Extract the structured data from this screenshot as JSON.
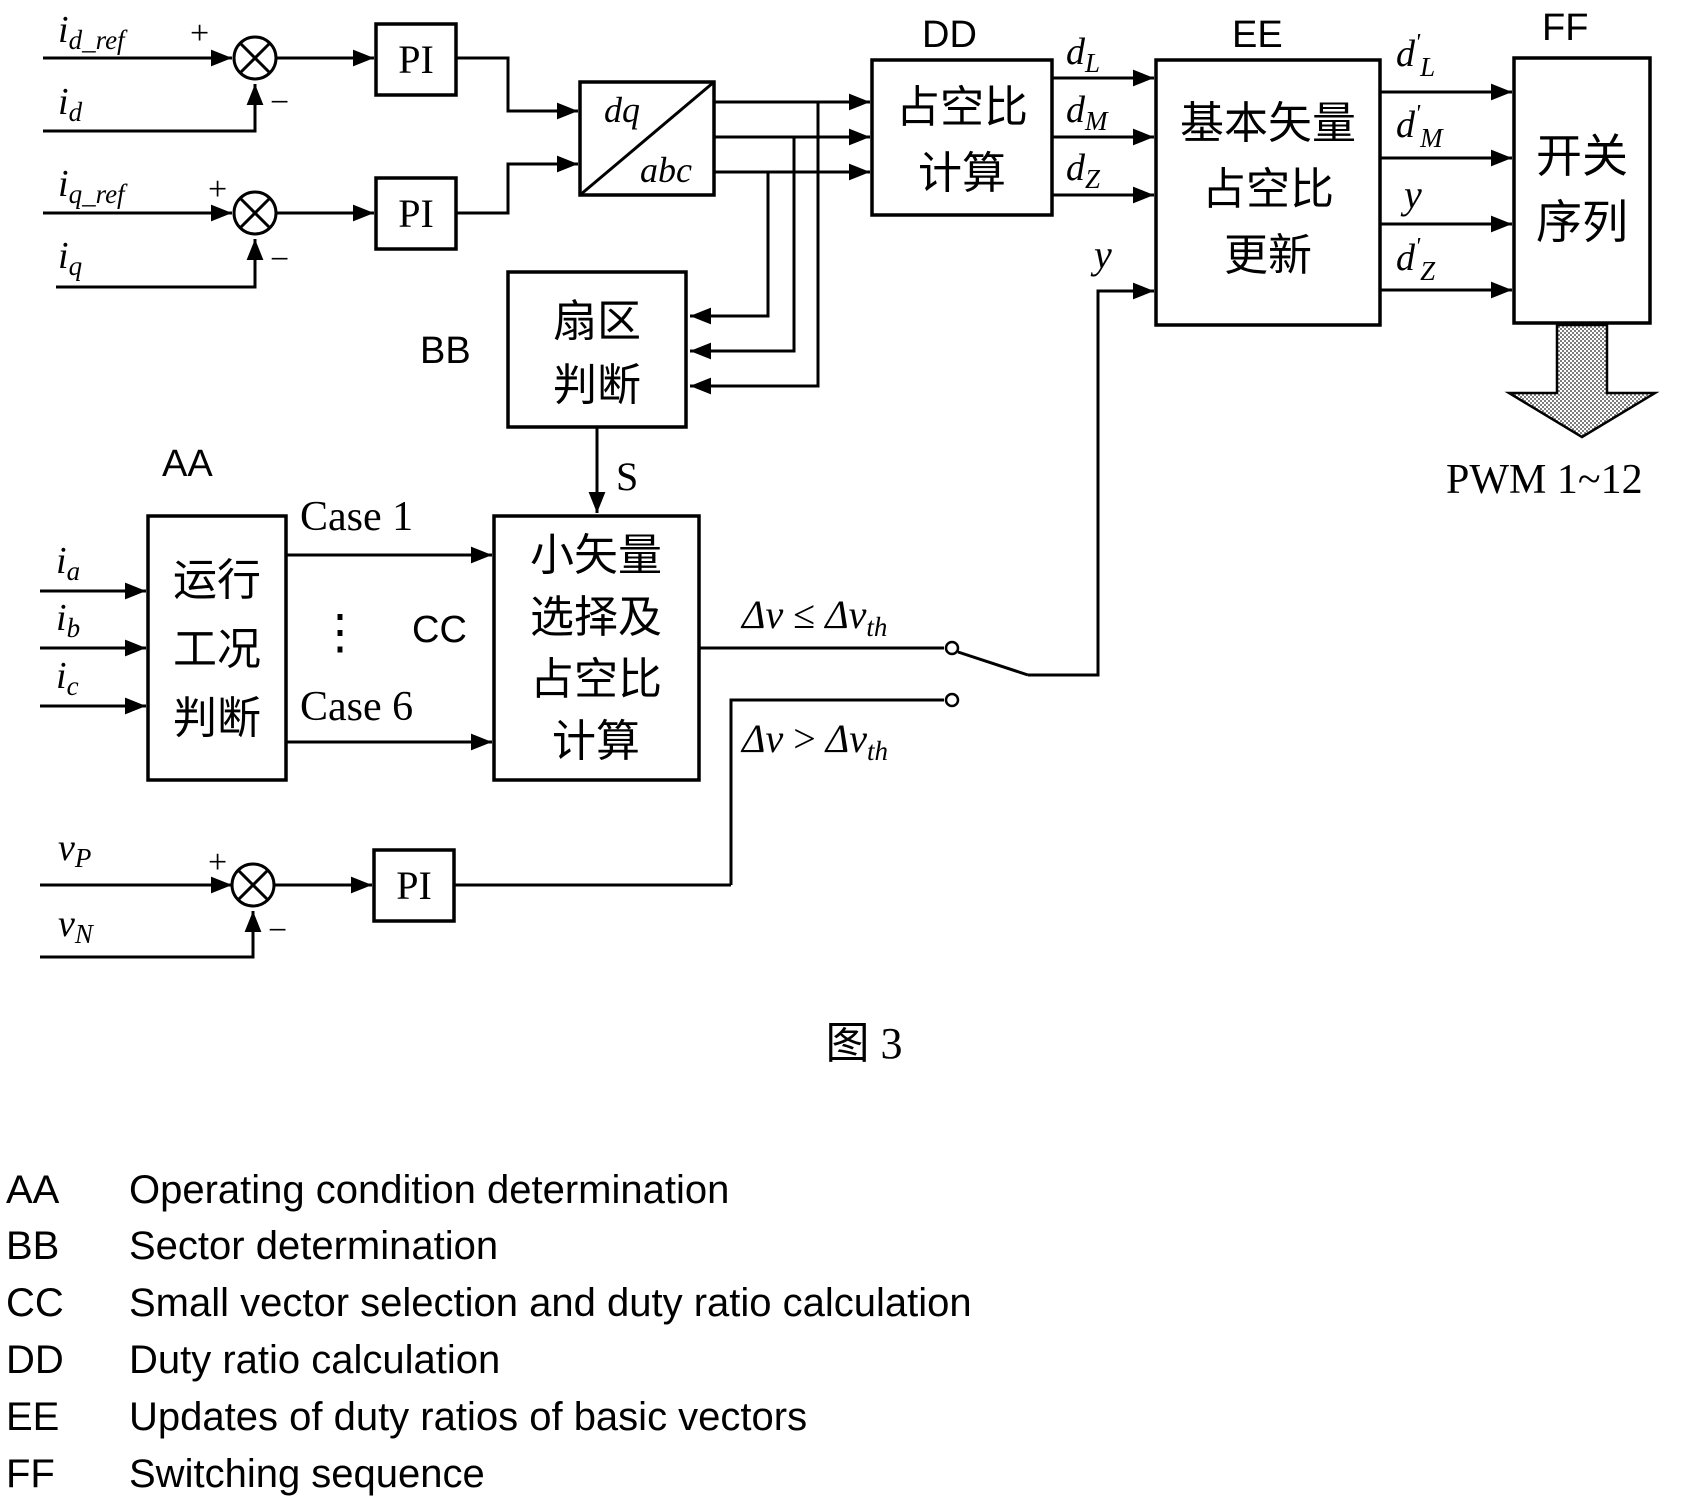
{
  "labels": {
    "AA": "AA",
    "BB": "BB",
    "CC": "CC",
    "DD": "DD",
    "EE": "EE",
    "FF": "FF"
  },
  "blocks": {
    "pi": "PI",
    "dq_top": "dq",
    "dq_bottom": "abc",
    "sector": [
      "扇区",
      "判断"
    ],
    "operating": [
      "运行",
      "工况",
      "判断"
    ],
    "small_vector": [
      "小矢量",
      "选择及",
      "占空比",
      "计算"
    ],
    "duty": [
      "占空比",
      "计算"
    ],
    "update": [
      "基本矢量",
      "占空比",
      "更新"
    ],
    "switching": [
      "开关",
      "序列"
    ]
  },
  "signals": {
    "id_ref": {
      "base": "i",
      "sub": "d_ref"
    },
    "id": {
      "base": "i",
      "sub": "d"
    },
    "iq_ref": {
      "base": "i",
      "sub": "q_ref"
    },
    "iq": {
      "base": "i",
      "sub": "q"
    },
    "ia": {
      "base": "i",
      "sub": "a"
    },
    "ib": {
      "base": "i",
      "sub": "b"
    },
    "ic": {
      "base": "i",
      "sub": "c"
    },
    "vp": {
      "base": "v",
      "sub": "P"
    },
    "vn": {
      "base": "v",
      "sub": "N"
    },
    "dL": {
      "base": "d",
      "sub": "L"
    },
    "dM": {
      "base": "d",
      "sub": "M"
    },
    "dZ": {
      "base": "d",
      "sub": "Z"
    },
    "y_in": "y",
    "dL_p": {
      "base": "d",
      "prime": "'",
      "sub": "L"
    },
    "dM_p": {
      "base": "d",
      "prime": "'",
      "sub": "M"
    },
    "y_out": "y",
    "dZ_p": {
      "base": "d",
      "prime": "'",
      "sub": "Z"
    },
    "S": "S",
    "case1": "Case 1",
    "case6": "Case 6",
    "vdots": "⋮",
    "plus": "+",
    "minus": "−",
    "cond_le": {
      "lhs": "Δv",
      "op": " ≤ ",
      "rhs": "Δv",
      "sub": "th"
    },
    "cond_gt": {
      "lhs": "Δv",
      "op": " > ",
      "rhs": "Δv",
      "sub": "th"
    },
    "pwm": "PWM 1~12"
  },
  "figure_caption": "图 3",
  "legend": [
    {
      "code": "AA",
      "description": "Operating condition determination"
    },
    {
      "code": "BB",
      "description": "Sector determination"
    },
    {
      "code": "CC",
      "description": "Small vector selection and duty ratio calculation"
    },
    {
      "code": "DD",
      "description": "Duty ratio calculation"
    },
    {
      "code": "EE",
      "description": "Updates of duty ratios of basic vectors"
    },
    {
      "code": "FF",
      "description": "Switching sequence"
    }
  ]
}
